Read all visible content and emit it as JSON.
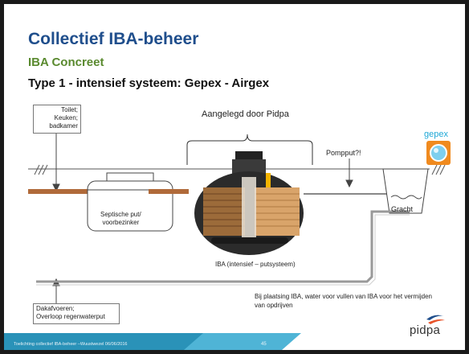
{
  "slide": {
    "title": "Collectief IBA-beheer",
    "subtitle": "IBA Concreet",
    "heading": "Type 1 - intensief systeem: Gepex - Airgex",
    "labels": {
      "toilet": "Toilet;\nKeuken;\nbadkamer",
      "aangelegd": "Aangelegd door Pidpa",
      "pompput": "Pompput?!",
      "septische": "Septische put/\nvoorbezinker",
      "gracht": "Gracht",
      "iba": "IBA (intensief – putsysteem)",
      "note": "Bij plaatsing IBA, water voor vullen van IBA voor het vermijden\nvan opdrijven",
      "dakafvoeren": "Dakafvoeren;\nOverloop regenwaterput"
    },
    "brand": {
      "gepex": "gepex",
      "pidpa": "pidpa"
    },
    "footer": {
      "text": "Toelichting collectief IBA-beheer –Wuustwezel 06/06/2016",
      "page": "45"
    },
    "colors": {
      "title": "#1f4e8c",
      "subtitle": "#5a8a2f",
      "footer": "#2a92b8",
      "pipe": "#b06a3a",
      "gepex_orange": "#f08a1e"
    }
  }
}
